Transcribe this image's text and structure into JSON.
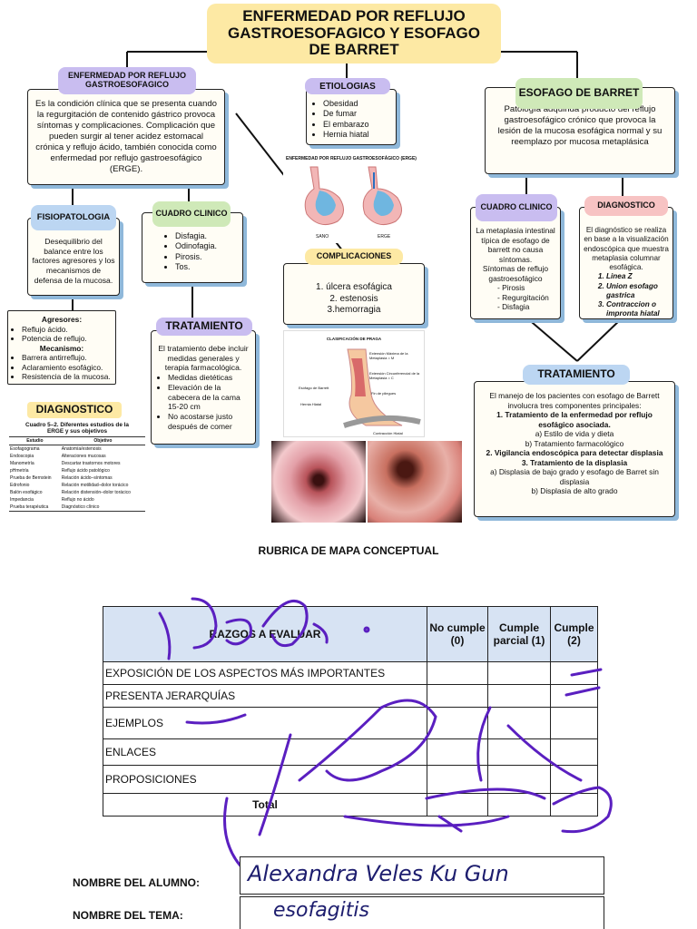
{
  "title": "ENFERMEDAD POR REFLUJO GASTROESOFAGICO Y ESOFAGO DE BARRET",
  "erge": {
    "label": "ENFERMEDAD POR REFLUJO GASTROESOFAGICO",
    "text": "Es la condición clínica que se presenta cuando la regurgitación de contenido gástrico provoca síntomas y complicaciones. Complicación que pueden surgir al tener acidez estomacal crónica y reflujo ácido, también conocida como enfermedad por reflujo gastroesofágico (ERGE)."
  },
  "etiologias": {
    "label": "ETIOLOGIAS",
    "items": [
      "Obesidad",
      "De fumar",
      "El embarazo",
      "Hernia hiatal"
    ]
  },
  "barret": {
    "label": "ESOFAGO DE BARRET",
    "text": "Patología adquirida producto del reflujo gastroesofágico crónico que provoca la lesión de la mucosa esofágica normal y su reemplazo por mucosa metaplásica"
  },
  "diagram1": {
    "caption": "ENFERMEDAD POR REFLUJO GASTROESOFÁGICO (ERGE)",
    "left": "SANO",
    "right": "ERGE"
  },
  "fisiopatologia": {
    "label": "FISIOPATOLOGIA",
    "text": "Desequilibrio del balance entre los factores agresores y los mecanismos de defensa de la mucosa."
  },
  "cuadro1": {
    "label": "CUADRO CLINICO",
    "items": [
      "Disfagia.",
      "Odinofagia.",
      "Pirosis.",
      "Tos."
    ]
  },
  "complicaciones": {
    "label": "COMPLICACIONES",
    "items": [
      "úlcera esofágica",
      "estenosis",
      "hemorragia"
    ]
  },
  "cuadro2": {
    "label": "CUADRO CLINICO",
    "text1": "La metaplasia intestinal típica de esofago de barrett no causa síntomas.",
    "text2": "Síntomas de reflujo gastroesofágico",
    "items": [
      "Pirosis",
      "Regurgitación",
      "Disfagia"
    ]
  },
  "diagnostico2": {
    "label": "DIAGNOSTICO",
    "text": "El diagnóstico se realiza en base a la visualización endoscópica que muestra metaplasia columnar esofágica.",
    "items": [
      "Linea Z",
      "Union esofago gastrica",
      "Contraccion o impronta hiatal"
    ]
  },
  "agresores": {
    "label": "Agresores:",
    "items": [
      "Reflujo ácido.",
      "Potencia de reflujo."
    ],
    "mec_label": "Mecanismo:",
    "mec_items": [
      "Barrera antirreflujo.",
      "Aclaramiento esofágico.",
      "Resistencia de la mucosa."
    ]
  },
  "tratamiento1": {
    "label": "TRATAMIENTO",
    "text": "El tratamiento debe incluir medidas generales y terapia farmacológica.",
    "items": [
      "Medidas dietéticas",
      "Elevación de la cabecera de la cama 15-20 cm",
      "No acostarse justo después de comer"
    ]
  },
  "tratamiento2": {
    "label": "TRATAMIENTO",
    "intro": "El manejo de los pacientes con esofago de Barrett involucra tres componentes principales:",
    "p1": "1. Tratamiento de la enfermedad por reflujo esofágico asociada.",
    "p1a": "a) Estilo de vida y dieta",
    "p1b": "b) Tratamiento farmacológico",
    "p2": "2. Vigilancia endoscópica para detectar displasia",
    "p3": "3. Tratamiento de la displasia",
    "p3a": "a) Displasia de bajo grado y esofago de Barret sin displasia",
    "p3b": "b) Displasia de alto grado"
  },
  "diagnostico1": {
    "label": "DIAGNOSTICO",
    "table_title": "Cuadro 5–2. Diferentes estudios de la ERGE y sus objetivos",
    "headers": [
      "Estudio",
      "Objetivo"
    ],
    "rows": [
      [
        "Esofagograma",
        "Anatomía/estenosis"
      ],
      [
        "Endoscopia",
        "Alteraciones mucosas"
      ],
      [
        "Manometría",
        "Descartar trastornos motores"
      ],
      [
        "pHmetría",
        "Reflujo ácido patológico"
      ],
      [
        "Prueba de Bernstein",
        "Relación ácido–síntomas"
      ],
      [
        "Edrofonio",
        "Relación motilidad–dolor torácico"
      ],
      [
        "Balón esofágico",
        "Relación distensión–dolor torácico"
      ],
      [
        "Impedancia",
        "Reflujo no ácido"
      ],
      [
        "Prueba terapéutica",
        "Diagnóstico clínico"
      ]
    ]
  },
  "diagram2": {
    "caption": "CLASIFICACIÓN DE PRAGA",
    "labels": [
      "Extensión Máxima de la Metaplasia = M",
      "Extensión Circunferencial de la Metaplasia = C",
      "Fin de pliegues",
      "Esófago de Barrett",
      "Hernia Hiatal",
      "Contracción Hiatal"
    ]
  },
  "rubrica": {
    "title": "RUBRICA DE MAPA CONCEPTUAL",
    "headers": [
      "RAZGOS A EVALUAR",
      "No cumple (0)",
      "Cumple parcial (1)",
      "Cumple (2)"
    ],
    "rows": [
      "EXPOSICIÓN DE LOS ASPECTOS MÁS IMPORTANTES",
      "PRESENTA JERARQUÍAS",
      "EJEMPLOS",
      "ENLACES",
      "PROPOSICIONES"
    ],
    "total": "Total"
  },
  "student_label": "NOMBRE DEL ALUMNO:",
  "student_value": "Alexandra Veles Ku Gun",
  "topic_label": "NOMBRE DEL TEMA:",
  "topic_value": "esofagitis",
  "colors": {
    "card_shadow": "#8fb8da",
    "lavender": "#c9bdf0",
    "yellow": "#fde9a4",
    "green": "#cfe9b8",
    "pink": "#f7c3c3",
    "blue": "#bcd6f2",
    "ink": "#5a1fc0"
  }
}
